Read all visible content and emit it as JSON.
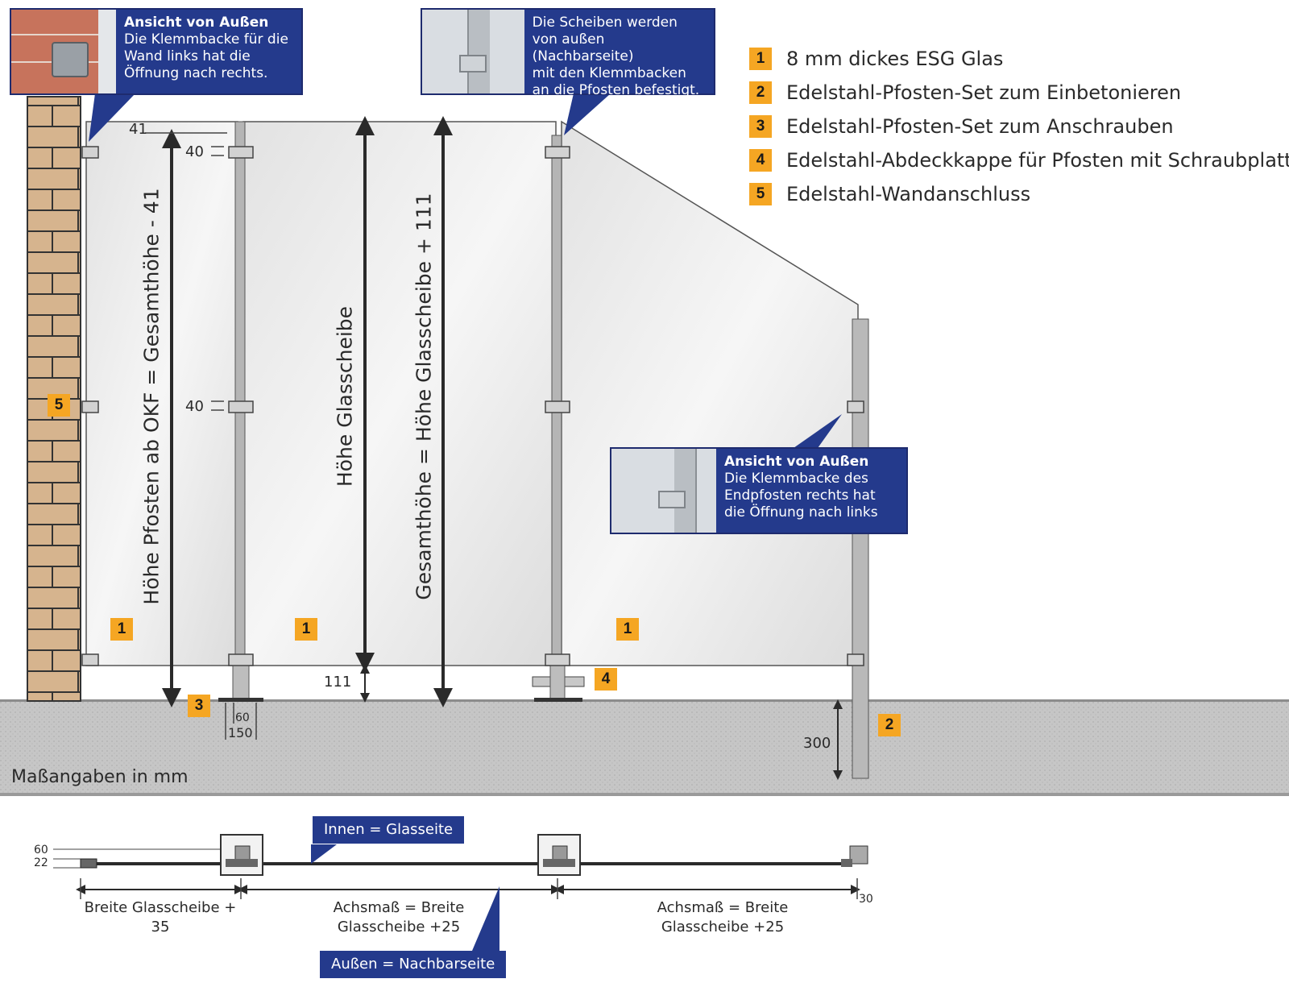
{
  "legend": [
    {
      "num": "1",
      "text": "8 mm dickes ESG Glas"
    },
    {
      "num": "2",
      "text": "Edelstahl-Pfosten-Set zum Einbetonieren"
    },
    {
      "num": "3",
      "text": "Edelstahl-Pfosten-Set zum Anschrauben"
    },
    {
      "num": "4",
      "text": "Edelstahl-Abdeckkappe für Pfosten mit Schraubplatte"
    },
    {
      "num": "5",
      "text": "Edelstahl-Wandanschluss"
    }
  ],
  "callouts": {
    "wall": {
      "title": "Ansicht von Außen",
      "lines": [
        "Die Klemmbacke für die",
        "Wand links hat die",
        "Öffnung nach rechts."
      ]
    },
    "mount": {
      "lines": [
        "Die Scheiben werden",
        "von außen (Nachbarseite)",
        "mit den Klemmbacken",
        "an die Pfosten befestigt."
      ]
    },
    "end": {
      "title": "Ansicht von Außen",
      "lines": [
        "Die Klemmbacke des",
        "Endpfosten rechts hat",
        "die Öffnung nach links"
      ]
    }
  },
  "vertical_labels": {
    "post_height": "Höhe Pfosten ab OKF = Gesamthöhe - 41",
    "glass_height": "Höhe Glasscheibe",
    "total_height": "Gesamthöhe = Höhe Glasscheibe + 111"
  },
  "dimensions": {
    "d41": "41",
    "d40a": "40",
    "d40b": "40",
    "d111": "111",
    "d60": "60",
    "d150": "150",
    "d300": "300",
    "plan_60": "60",
    "plan_22": "22",
    "plan_30": "30"
  },
  "units_note": "Maßangaben in mm",
  "plan": {
    "inside": "Innen = Glasseite",
    "outside": "Außen = Nachbarseite",
    "width_first": "Breite Glasscheibe + 35",
    "axis_1": [
      "Achsmaß = Breite",
      "Glasscheibe +25"
    ],
    "axis_2": [
      "Achsmaß = Breite",
      "Glasscheibe +25"
    ]
  },
  "badges": {
    "glass": "1",
    "sunk_post": "2",
    "bolt_post": "3",
    "cap": "4",
    "wall": "5"
  },
  "colors": {
    "accent": "#f5a623",
    "callout_bg": "#243a8c",
    "ground": "#c4c4c4",
    "brick": "#d6b48e",
    "glass": "#ececec"
  }
}
